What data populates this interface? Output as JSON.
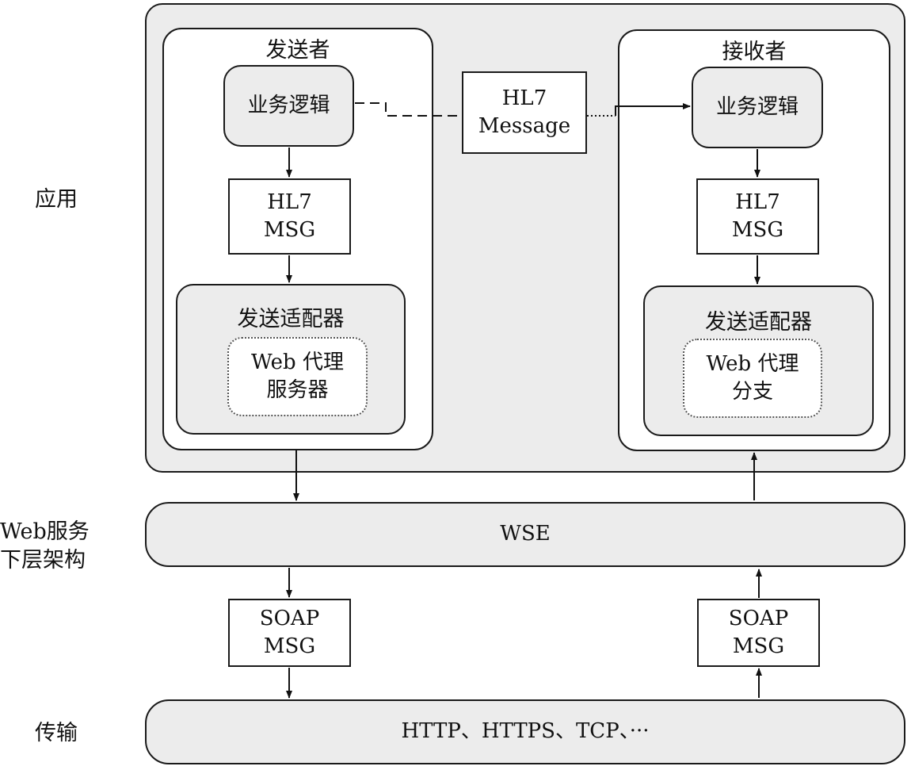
{
  "layers": {
    "application": "应用",
    "web_services": [
      "Web服务",
      "下层架构"
    ],
    "transport": "传输"
  },
  "sender": {
    "title": "发送者",
    "business_logic": "业务逻辑",
    "hl7_msg": [
      "HL7",
      "MSG"
    ],
    "adapter_title": "发送适配器",
    "proxy": [
      "Web 代理",
      "服务器"
    ]
  },
  "receiver": {
    "title": "接收者",
    "business_logic": "业务逻辑",
    "hl7_msg": [
      "HL7",
      "MSG"
    ],
    "adapter_title": "发送适配器",
    "proxy": [
      "Web 代理",
      "分支"
    ]
  },
  "hl7_message": [
    "HL7",
    "Message"
  ],
  "wse": "WSE",
  "soap_left": [
    "SOAP",
    "MSG"
  ],
  "soap_right": [
    "SOAP",
    "MSG"
  ],
  "transport_bar": "HTTP、HTTPS、TCP、···"
}
